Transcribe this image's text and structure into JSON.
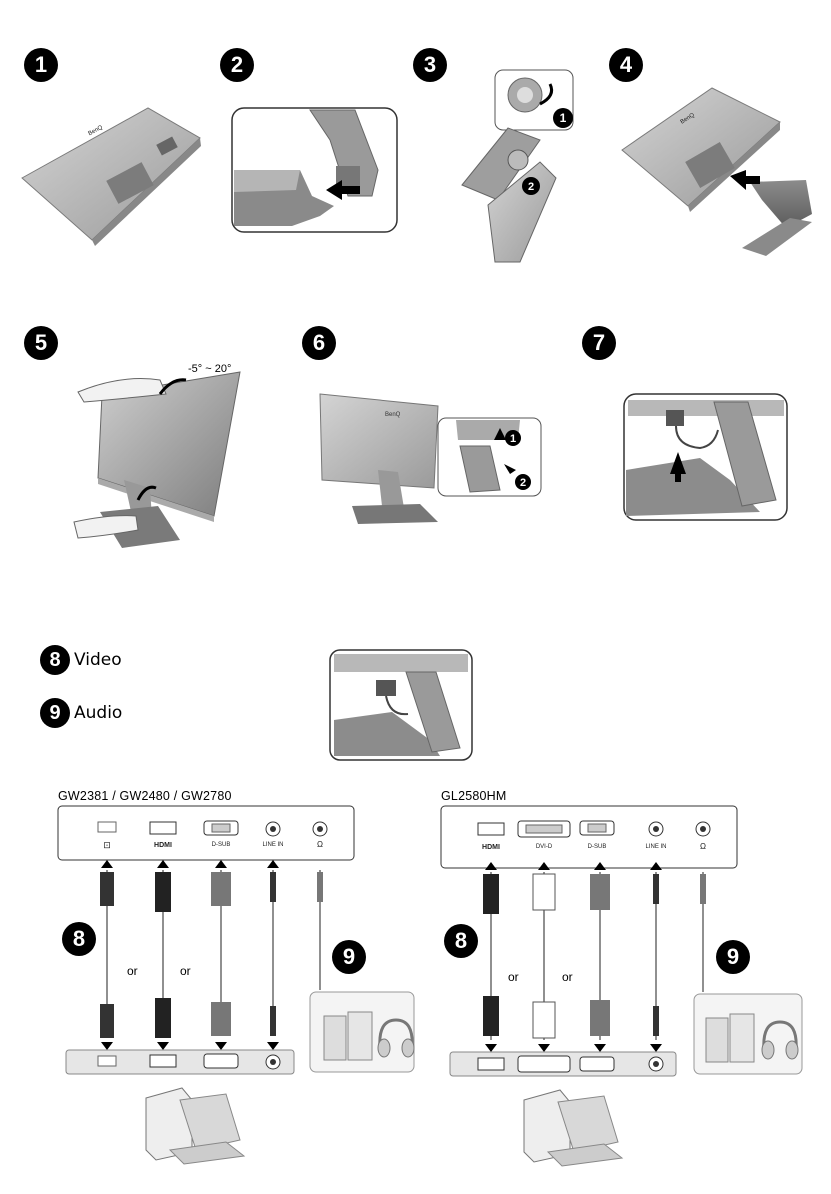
{
  "steps": {
    "s1": "1",
    "s2": "2",
    "s3": "3",
    "s4": "4",
    "s5": "5",
    "s6": "6",
    "s7": "7",
    "s8": "8",
    "s9": "9"
  },
  "sub_markers": {
    "a": "1",
    "b": "2"
  },
  "brand": "BenQ",
  "tilt_range": "-5° ~ 20°",
  "legend": {
    "video_number": "8",
    "video_label": "Video",
    "audio_number": "9",
    "audio_label": "Audio"
  },
  "left_panel": {
    "model": "GW2381 / GW2480 / GW2780",
    "ports": {
      "dp": "⊡",
      "hdmi": "HDMI",
      "dsub": "D-SUB",
      "line_in": "LINE IN",
      "headphone": "Ω"
    },
    "or_1": "or",
    "or_2": "or",
    "video_marker": "8",
    "audio_marker": "9"
  },
  "right_panel": {
    "model": "GL2580HM",
    "ports": {
      "hdmi": "HDMI",
      "dvi": "DVI-D",
      "dsub": "D-SUB",
      "line_in": "LINE IN",
      "headphone": "Ω"
    },
    "or_1": "or",
    "or_2": "or",
    "video_marker": "8",
    "audio_marker": "9"
  }
}
